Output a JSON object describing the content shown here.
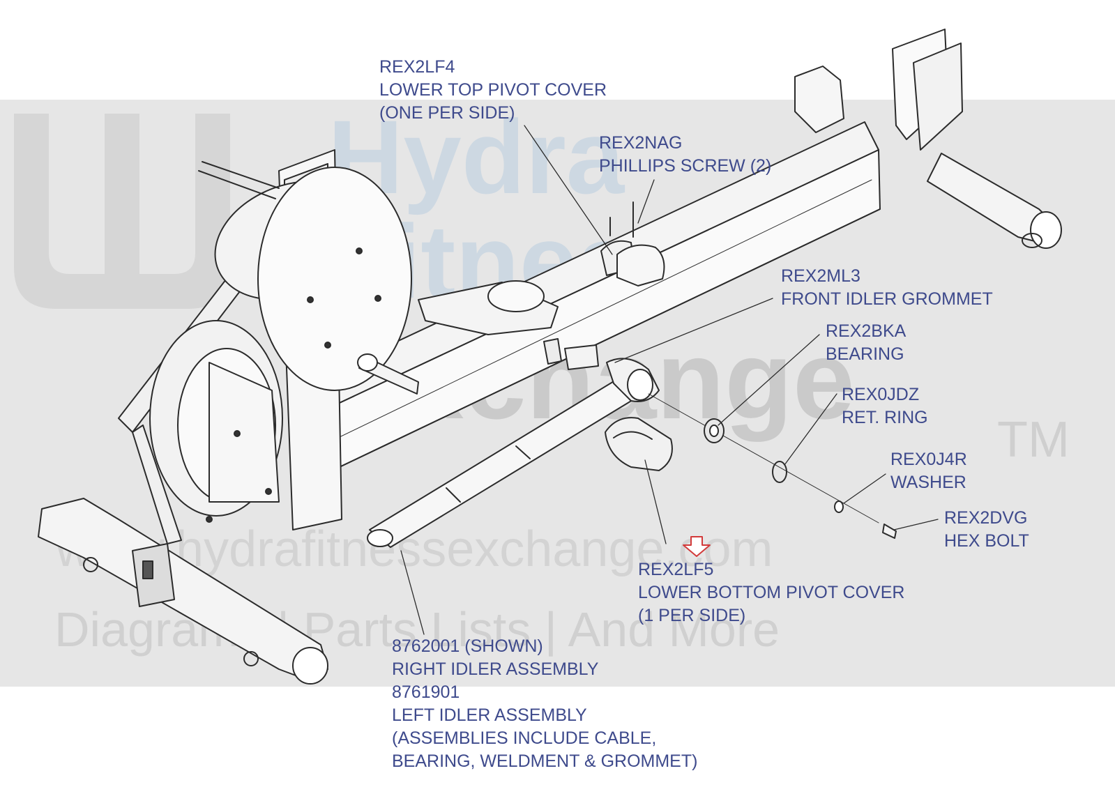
{
  "watermark": {
    "brand_line1": "Hydra",
    "brand_line2": "Fitness",
    "brand_line3": "Exchange",
    "trademark": "TM",
    "url": "www.hydrafitnessexchange.com",
    "tagline": "Diagrams | Parts Lists | And More"
  },
  "callouts": {
    "lower_top_pivot_cover": [
      "REX2LF4",
      "LOWER TOP PIVOT COVER",
      "(ONE PER SIDE)"
    ],
    "phillips_screw": [
      "REX2NAG",
      "PHILLIPS SCREW (2)"
    ],
    "front_idler_grommet": [
      "REX2ML3",
      "FRONT IDLER GROMMET"
    ],
    "bearing": [
      "REX2BKA",
      "BEARING"
    ],
    "ret_ring": [
      "REX0JDZ",
      "RET. RING"
    ],
    "washer": [
      "REX0J4R",
      "WASHER"
    ],
    "hex_bolt": [
      "REX2DVG",
      "HEX BOLT"
    ],
    "lower_bottom_pivot_cover": [
      "REX2LF5",
      "LOWER BOTTOM PIVOT COVER",
      "(1 PER SIDE)"
    ],
    "idler_assembly": [
      "8762001 (SHOWN)",
      "RIGHT IDLER ASSEMBLY",
      "8761901",
      "LEFT IDLER ASSEMBLY",
      "(ASSEMBLIES INCLUDE CABLE,",
      "BEARING, WELDMENT & GROMMET)"
    ]
  },
  "colors": {
    "label": "#3e4a8c",
    "linework": "#2b2b2b",
    "highlight_arrow": "#d23a3a",
    "watermark_band": "#e6e6e6"
  }
}
